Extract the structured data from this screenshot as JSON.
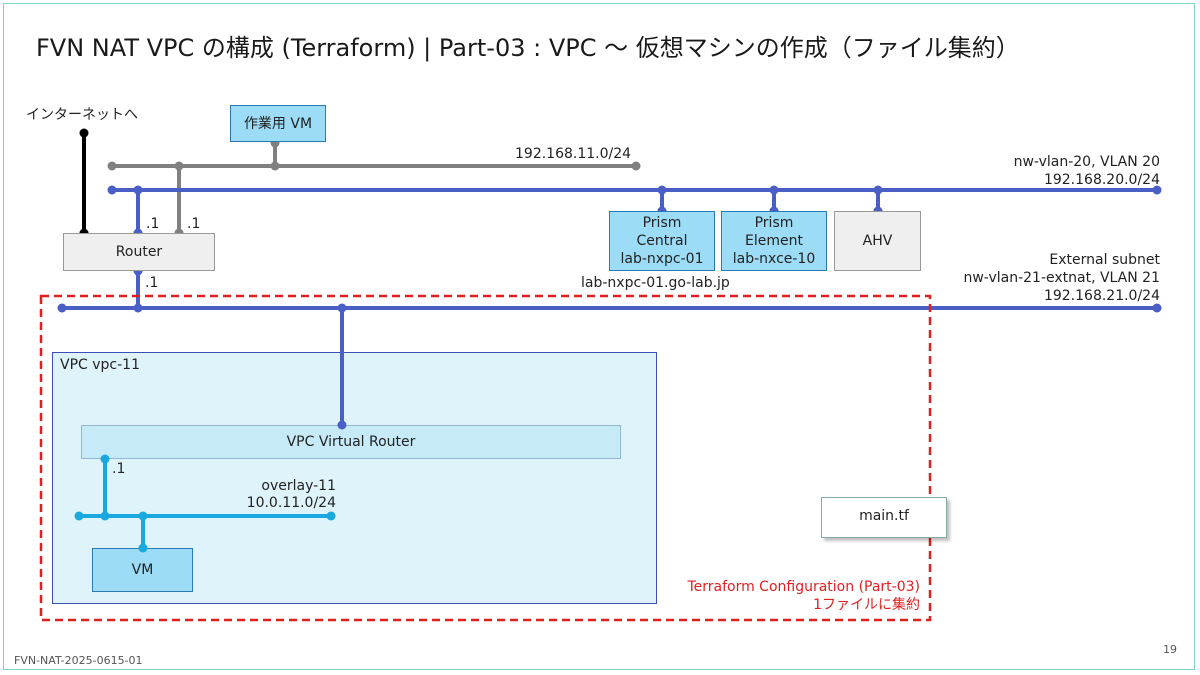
{
  "slide": {
    "title": "FVN NAT VPC の構成 (Terraform) | Part-03 : VPC 〜 仮想マシンの作成（ファイル集約）",
    "doc_id": "FVN-NAT-2025-0615-01",
    "page_number": "19"
  },
  "labels": {
    "internet": "インターネットへ",
    "subnet_11": "192.168.11.0/24",
    "vlan20_line1": "nw-vlan-20, VLAN 20",
    "vlan20_line2": "192.168.20.0/24",
    "ext_line1": "External subnet",
    "ext_line2": "nw-vlan-21-extnat, VLAN 21",
    "ext_line3": "192.168.21.0/24",
    "dot1_a": ".1",
    "dot1_b": ".1",
    "dot1_c": ".1",
    "dot1_d": ".1",
    "pc_fqdn": "lab-nxpc-01.go-lab.jp",
    "overlay_line1": "overlay-11",
    "overlay_line2": "10.0.11.0/24"
  },
  "nodes": {
    "work_vm": "作業用 VM",
    "router": "Router",
    "prism_central_l1": "Prism",
    "prism_central_l2": "Central",
    "prism_central_l3": "lab-nxpc-01",
    "prism_element_l1": "Prism",
    "prism_element_l2": "Element",
    "prism_element_l3": "lab-nxce-10",
    "ahv": "AHV",
    "vpc_label": "VPC vpc-11",
    "vpc_router": "VPC Virtual Router",
    "vm": "VM",
    "file": "main.tf"
  },
  "terraform": {
    "line1": "Terraform Configuration (Part-03)",
    "line2": "1ファイルに集約"
  },
  "colors": {
    "vlan_blue": "#4a5fc6",
    "mgmt_gray": "#808080",
    "internet_black": "#000000",
    "overlay_cyan": "#19a8e0",
    "dashed_red": "#e02020",
    "frame_teal": "#7fd3c0"
  }
}
